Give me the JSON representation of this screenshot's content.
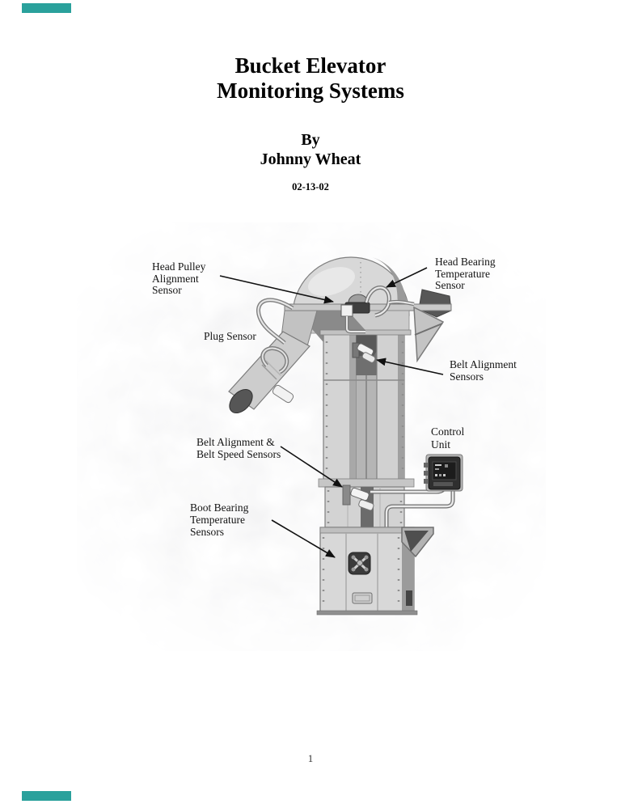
{
  "page": {
    "title": [
      "Bucket Elevator",
      "Monitoring Systems"
    ],
    "byline": "By",
    "author": "Johnny Wheat",
    "date": "02-13-02",
    "page_number": "1"
  },
  "diagram": {
    "labels": {
      "head_pulley": [
        "Head Pulley",
        "Alignment",
        "Sensor"
      ],
      "head_bearing": [
        "Head Bearing",
        "Temperature",
        "Sensor"
      ],
      "plug": [
        "Plug Sensor"
      ],
      "belt_alignment": [
        "Belt Alignment",
        "Sensors"
      ],
      "belt_speed": [
        "Belt Alignment &",
        "Belt Speed Sensors"
      ],
      "control_unit": [
        "Control",
        "Unit"
      ],
      "boot_bearing": [
        "Boot Bearing",
        "Temperature",
        "Sensors"
      ]
    }
  },
  "colors": {
    "seam_marker_teal": "#2aa19c",
    "text": "#111111",
    "arrow": "#111111",
    "machine_light": "#d6d6d6",
    "machine_shadow": "#8a8a8a",
    "machine_dark": "#3f3f3f"
  }
}
